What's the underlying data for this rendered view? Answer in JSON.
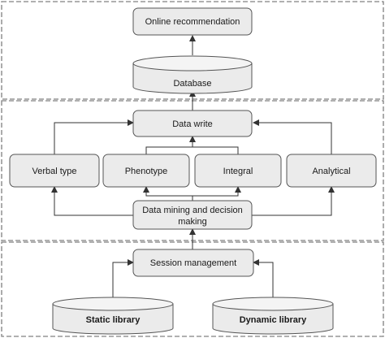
{
  "diagram": {
    "nodes": {
      "online_recommendation": "Online recommendation",
      "database": "Database",
      "data_write": "Data write",
      "verbal_type": "Verbal type",
      "phenotype": "Phenotype",
      "integral": "Integral",
      "analytical": "Analytical",
      "data_mining_line1": "Data mining and decision",
      "data_mining_line2": "making",
      "session_management": "Session management",
      "static_library": "Static library",
      "dynamic_library": "Dynamic library"
    }
  }
}
